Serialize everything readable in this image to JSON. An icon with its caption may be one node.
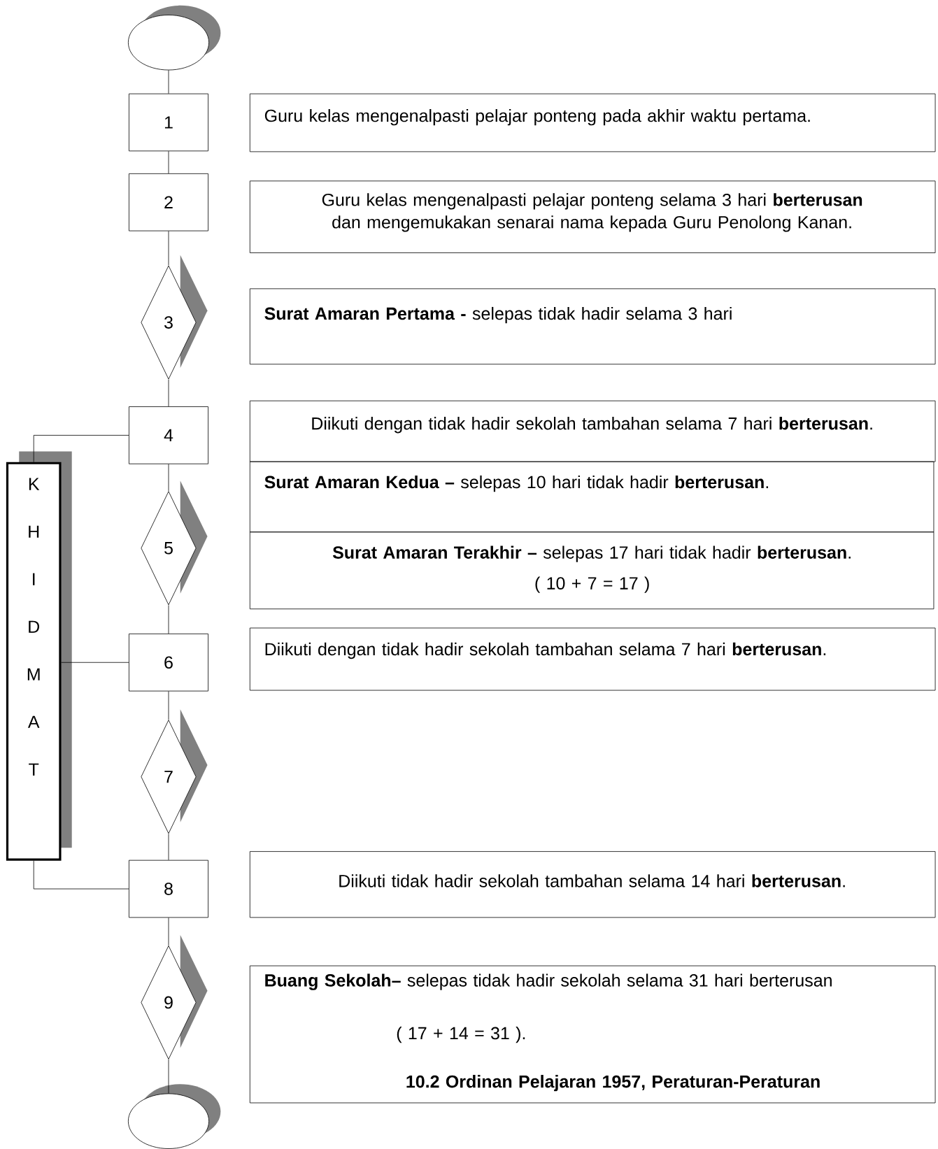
{
  "diagram": {
    "nodes": [
      {
        "text": [],
        "shape": "ellipse"
      },
      {
        "text": [
          "1"
        ]
      },
      {
        "text": [
          "Guru kelas mengenalpasti pelajar ponteng pada akhir waktu pertama."
        ]
      },
      {
        "text": [
          "2"
        ]
      },
      {
        "text": [
          "Guru kelas mengenalpasti pelajar ponteng selama 3 hari **berterusan** dan mengemukakan senarai nama kepada Guru Penolong Kanan."
        ]
      },
      {
        "text": [
          "3"
        ]
      },
      {
        "text": [
          "**Surat Amaran Pertama -** selepas tidak hadir selama 3 hari"
        ]
      },
      {
        "text": [
          "4"
        ]
      },
      {
        "text": [
          "Diikuti dengan tidak hadir sekolah tambahan selama 7 hari **berterusan**."
        ]
      },
      {
        "text": [
          "K H I D M A T"
        ]
      },
      {
        "text": [
          "5"
        ]
      },
      {
        "text": [
          "**Surat Amaran Kedua –** selepas 10 hari tidak hadir **berterusan**."
        ]
      },
      {
        "text": [
          "**Surat Amaran Terakhir –** selepas 17 hari tidak hadir **berterusan**.",
          "( 10 + 7 = 17 )"
        ]
      },
      {
        "text": [
          "6"
        ]
      },
      {
        "text": [
          "Diikuti dengan tidak hadir sekolah tambahan selama 7 hari **berterusan**."
        ]
      },
      {
        "text": [
          "7"
        ]
      },
      {
        "text": [
          "8"
        ]
      },
      {
        "text": [
          "Diikuti tidak hadir sekolah tambahan selama 14 hari **berterusan**."
        ]
      },
      {
        "text": [
          "9"
        ]
      },
      {
        "text": [
          "**Buang Sekolah–** selepas tidak hadir sekolah selama 31 hari berterusan",
          "( 17 + 14 = 31 ).",
          "10.2 Ordinan Pelajaran 1957, Peraturan-Peraturan"
        ]
      },
      {
        "text": [],
        "shape": "ellipse"
      }
    ],
    "edges": [
      {
        "from": 0,
        "to": 1,
        "arrow": "none"
      },
      {
        "from": 1,
        "to": 3,
        "arrow": "none"
      },
      {
        "from": 3,
        "to": 5,
        "arrow": "none"
      },
      {
        "from": 5,
        "to": 7,
        "arrow": "none"
      },
      {
        "from": 7,
        "to": 10,
        "arrow": "none"
      },
      {
        "from": 10,
        "to": 13,
        "arrow": "none"
      },
      {
        "from": 13,
        "to": 15,
        "arrow": "none"
      },
      {
        "from": 15,
        "to": 16,
        "arrow": "none"
      },
      {
        "from": 16,
        "to": 18,
        "arrow": "none"
      },
      {
        "from": 18,
        "to": 20,
        "arrow": "none"
      },
      {
        "from": 7,
        "to": 9,
        "arrow": "none"
      },
      {
        "from": 9,
        "to": 13,
        "arrow": "none"
      },
      {
        "from": 9,
        "to": 16,
        "arrow": "none"
      }
    ]
  }
}
